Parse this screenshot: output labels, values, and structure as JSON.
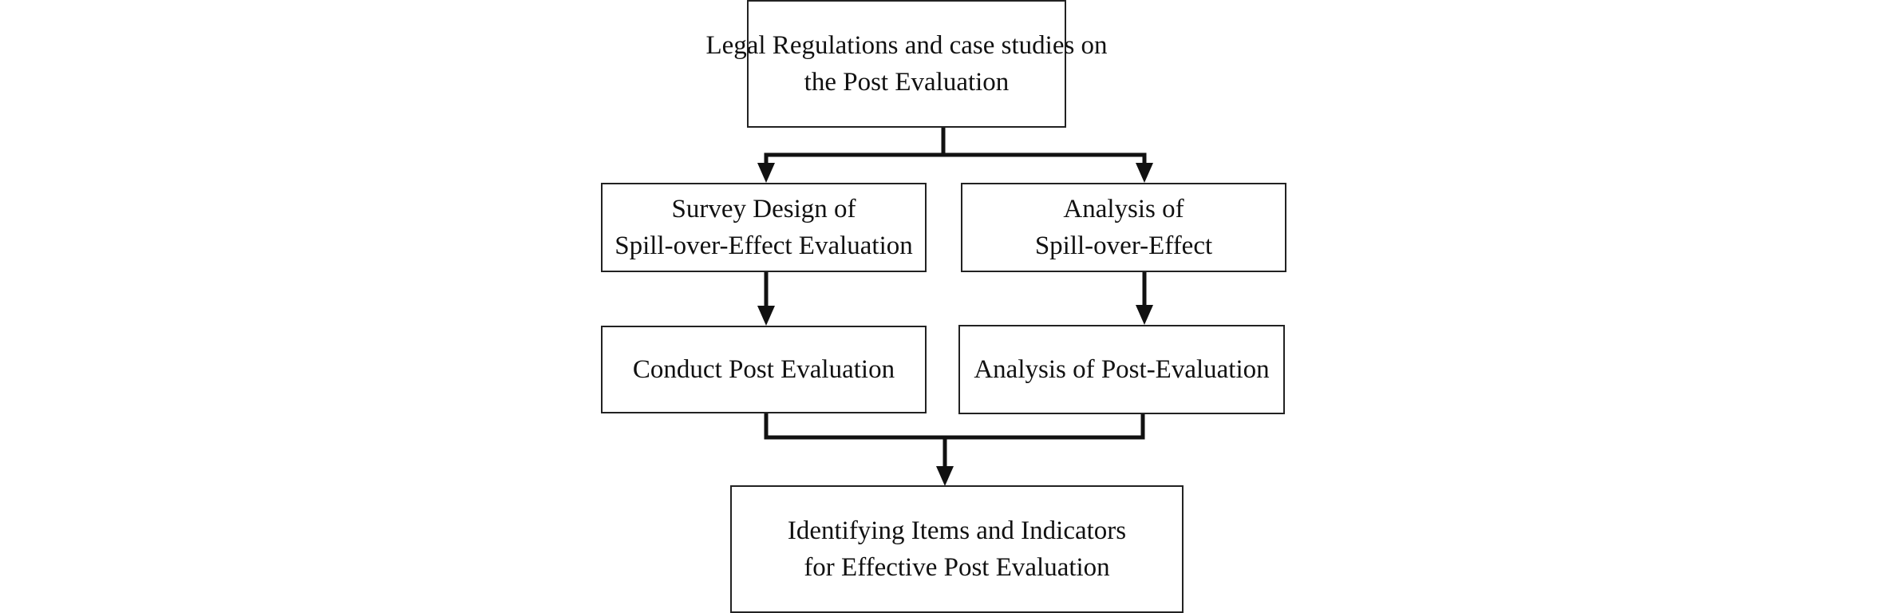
{
  "diagram": {
    "nodes": {
      "top": {
        "line1": "Legal Regulations and case studies on",
        "line2": "the Post Evaluation"
      },
      "survey_design": {
        "line1": "Survey Design of",
        "line2": "Spill-over-Effect Evaluation"
      },
      "analysis_spill": {
        "line1": "Analysis of",
        "line2": "Spill-over-Effect"
      },
      "conduct": {
        "line1": "Conduct Post Evaluation"
      },
      "analysis_post": {
        "line1": "Analysis of Post-Evaluation"
      },
      "bottom": {
        "line1": "Identifying Items and Indicators",
        "line2": "for Effective Post Evaluation"
      }
    },
    "edges": [
      {
        "from": "top",
        "to": "survey_design"
      },
      {
        "from": "top",
        "to": "analysis_spill"
      },
      {
        "from": "survey_design",
        "to": "conduct"
      },
      {
        "from": "analysis_spill",
        "to": "analysis_post"
      },
      {
        "from": "conduct",
        "to": "bottom"
      },
      {
        "from": "analysis_post",
        "to": "bottom"
      }
    ],
    "colors": {
      "line": "#111111",
      "box_border": "#222222",
      "background": "#ffffff"
    }
  }
}
